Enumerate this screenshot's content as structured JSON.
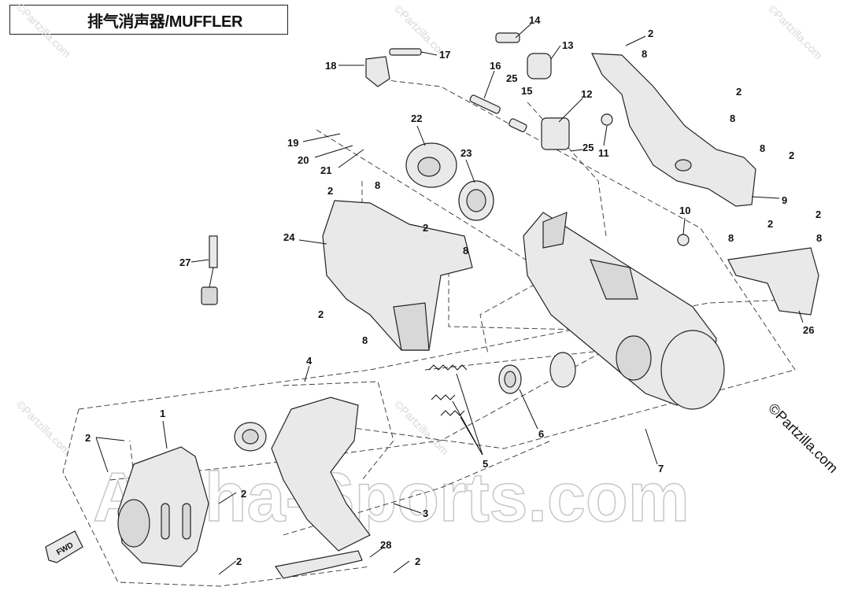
{
  "title": "排气消声器/MUFFLER",
  "watermark_main": "Alpha-Sports.com",
  "watermark_partzilla": "©Partzilla.com",
  "fwd_label": "FWD",
  "callouts": [
    {
      "id": "c14",
      "text": "14"
    },
    {
      "id": "c13",
      "text": "13"
    },
    {
      "id": "c2a",
      "text": "2"
    },
    {
      "id": "c8a",
      "text": "8"
    },
    {
      "id": "c18",
      "text": "18"
    },
    {
      "id": "c17",
      "text": "17"
    },
    {
      "id": "c16",
      "text": "16"
    },
    {
      "id": "c25a",
      "text": "25"
    },
    {
      "id": "c15",
      "text": "15"
    },
    {
      "id": "c12",
      "text": "12"
    },
    {
      "id": "c2b",
      "text": "2"
    },
    {
      "id": "c8b",
      "text": "8"
    },
    {
      "id": "c22",
      "text": "22"
    },
    {
      "id": "c19",
      "text": "19"
    },
    {
      "id": "c20",
      "text": "20"
    },
    {
      "id": "c21",
      "text": "21"
    },
    {
      "id": "c23",
      "text": "23"
    },
    {
      "id": "c25b",
      "text": "25"
    },
    {
      "id": "c11",
      "text": "11"
    },
    {
      "id": "c8c",
      "text": "8"
    },
    {
      "id": "c2c",
      "text": "2"
    },
    {
      "id": "c9",
      "text": "9"
    },
    {
      "id": "c2d",
      "text": "2"
    },
    {
      "id": "c8d",
      "text": "8"
    },
    {
      "id": "c10",
      "text": "10"
    },
    {
      "id": "c24",
      "text": "24"
    },
    {
      "id": "c2e",
      "text": "2"
    },
    {
      "id": "c8e",
      "text": "8"
    },
    {
      "id": "c2f",
      "text": "2"
    },
    {
      "id": "c8f",
      "text": "8"
    },
    {
      "id": "c2g",
      "text": "2"
    },
    {
      "id": "c8g",
      "text": "8"
    },
    {
      "id": "c27",
      "text": "27"
    },
    {
      "id": "c26",
      "text": "26"
    },
    {
      "id": "c2h",
      "text": "2"
    },
    {
      "id": "c8h",
      "text": "8"
    },
    {
      "id": "c4",
      "text": "4"
    },
    {
      "id": "c1",
      "text": "1"
    },
    {
      "id": "c2i",
      "text": "2"
    },
    {
      "id": "c6",
      "text": "6"
    },
    {
      "id": "c5",
      "text": "5"
    },
    {
      "id": "c7",
      "text": "7"
    },
    {
      "id": "c2j",
      "text": "2"
    },
    {
      "id": "c3",
      "text": "3"
    },
    {
      "id": "c28",
      "text": "28"
    },
    {
      "id": "c2k",
      "text": "2"
    },
    {
      "id": "c2l",
      "text": "2"
    }
  ]
}
